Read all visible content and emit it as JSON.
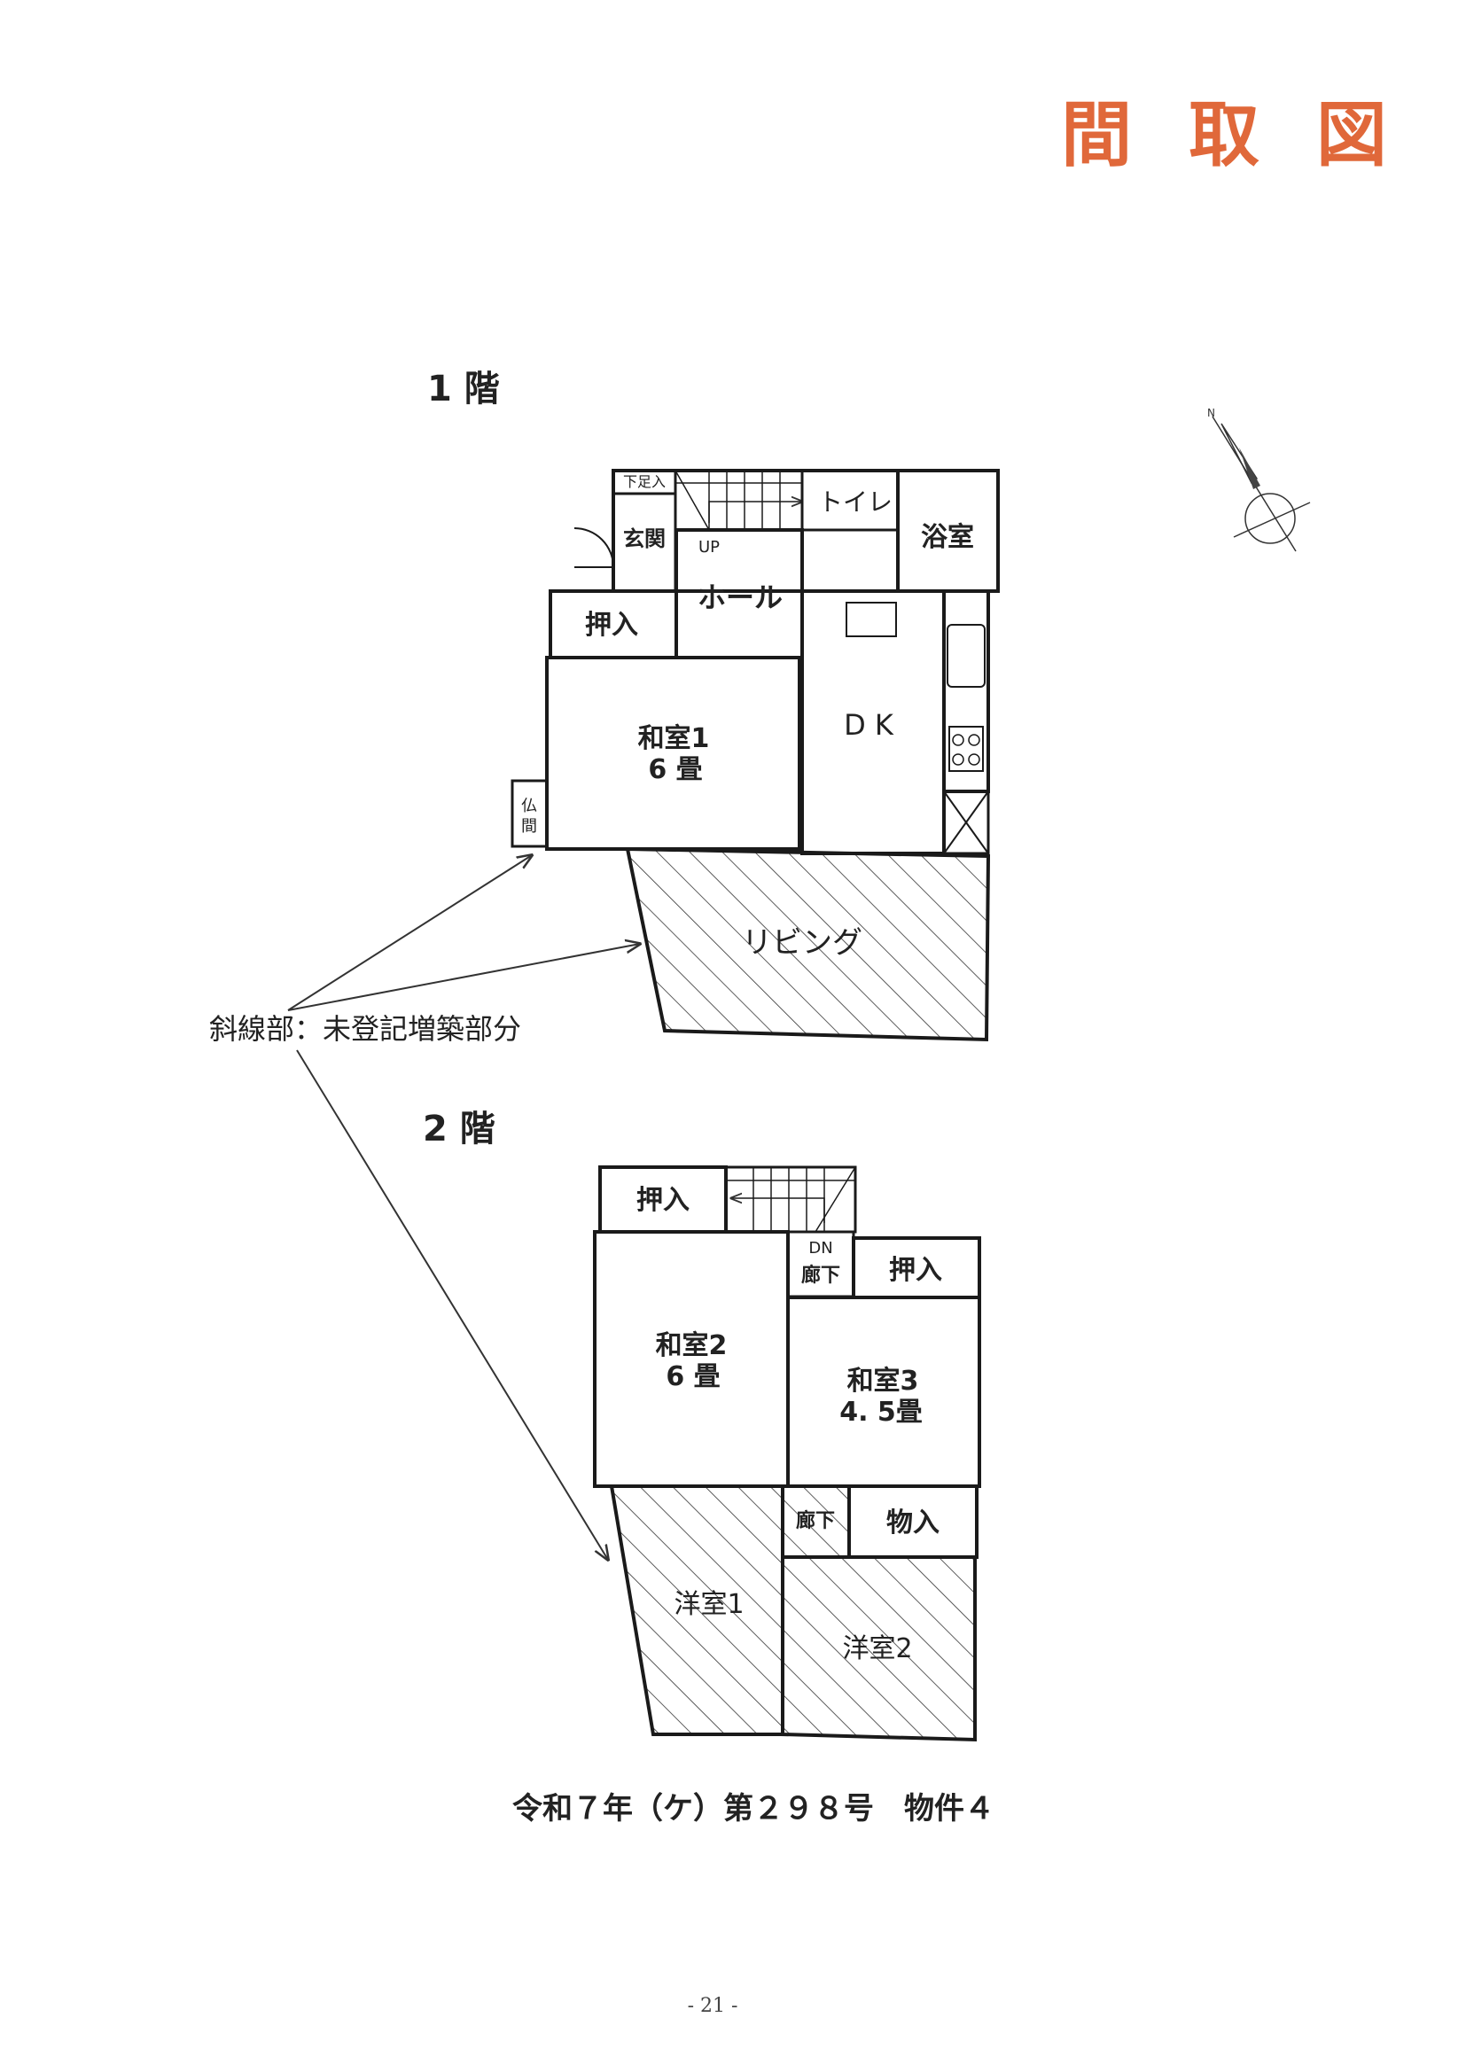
{
  "page_title": "間 取 図",
  "floor1_label": "1 階",
  "floor2_label": "2 階",
  "compass_letter": "N",
  "annotation": "斜線部：未登記増築部分",
  "floor1_rooms": {
    "shoe_storage": "下足入",
    "entrance": "玄関",
    "up": "UP",
    "toilet": "トイレ",
    "bath": "浴室",
    "hall": "ホール",
    "closet": "押入",
    "washitsu1_name": "和室1",
    "washitsu1_size": "6 畳",
    "dk": "D K",
    "butsuma_1": "仏",
    "butsuma_2": "間",
    "living": "リビング"
  },
  "floor2_rooms": {
    "closet_left": "押入",
    "dn": "DN",
    "corridor_top": "廊下",
    "closet_right": "押入",
    "washitsu2_name": "和室2",
    "washitsu2_size": "6 畳",
    "washitsu3_name": "和室3",
    "washitsu3_size": "4. 5畳",
    "corridor_bottom": "廊下",
    "storage": "物入",
    "youshitsu1": "洋室1",
    "youshitsu2": "洋室2"
  },
  "case_number": "令和７年（ケ）第２９８号　物件４",
  "page_number": "- 21 -",
  "colors": {
    "title": "#e0683a",
    "line": "#1a1a1a",
    "hatch": "#333333"
  }
}
